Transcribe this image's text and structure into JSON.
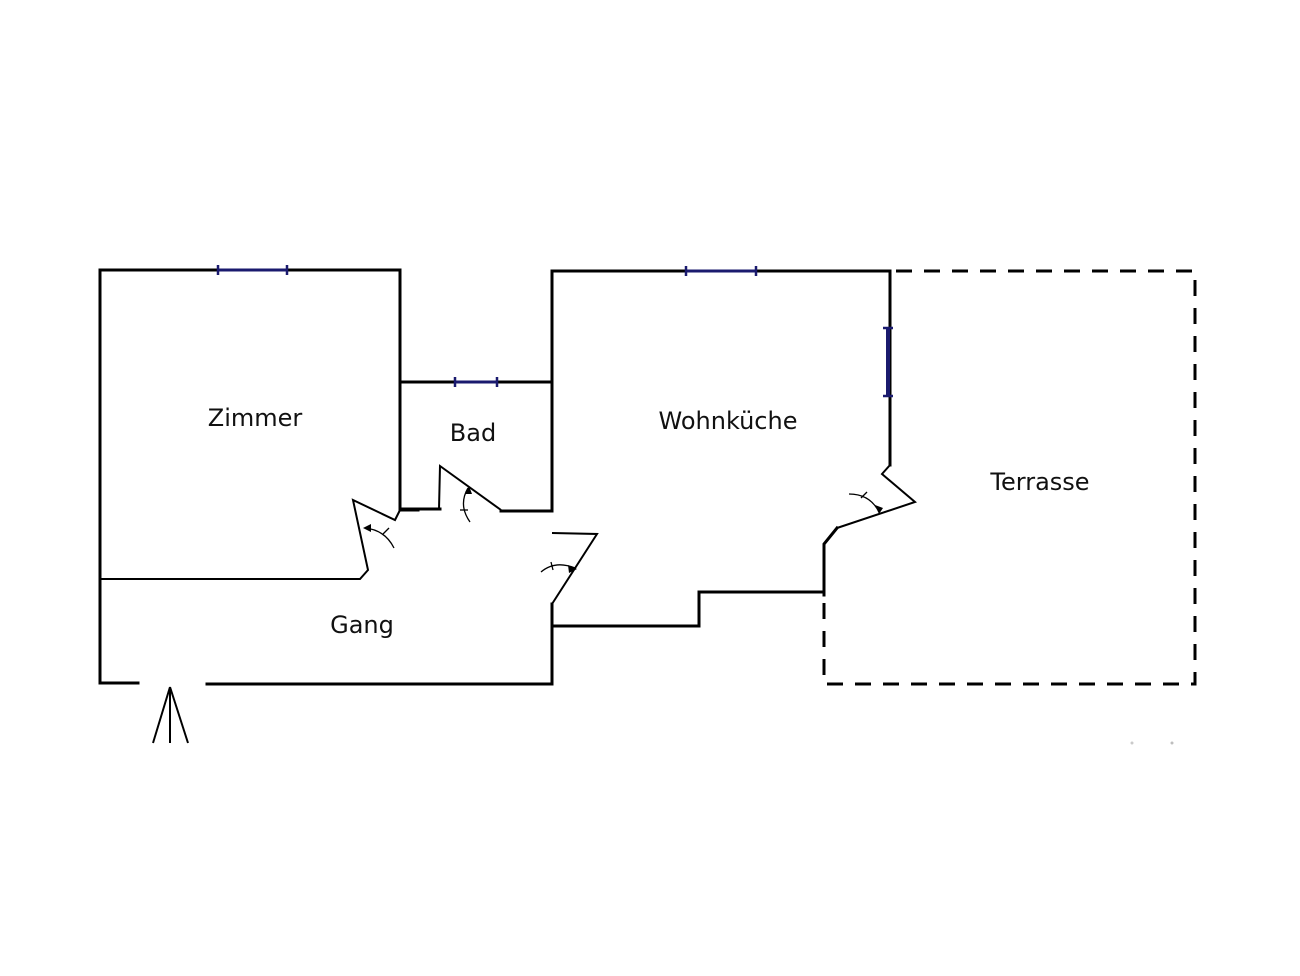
{
  "floor_plan": {
    "colors": {
      "wall": "#000000",
      "window": "#1a1a6e",
      "background": "#ffffff"
    },
    "rooms": [
      {
        "id": "zimmer",
        "label": "Zimmer"
      },
      {
        "id": "bad",
        "label": "Bad"
      },
      {
        "id": "wohnkueche",
        "label": "Wohnküche"
      },
      {
        "id": "terrasse",
        "label": "Terrasse"
      },
      {
        "id": "gang",
        "label": "Gang"
      }
    ],
    "entrance_icon": "entrance-arrow-icon",
    "door_icon": "door-swing-icon",
    "window_icon": "window-icon"
  }
}
